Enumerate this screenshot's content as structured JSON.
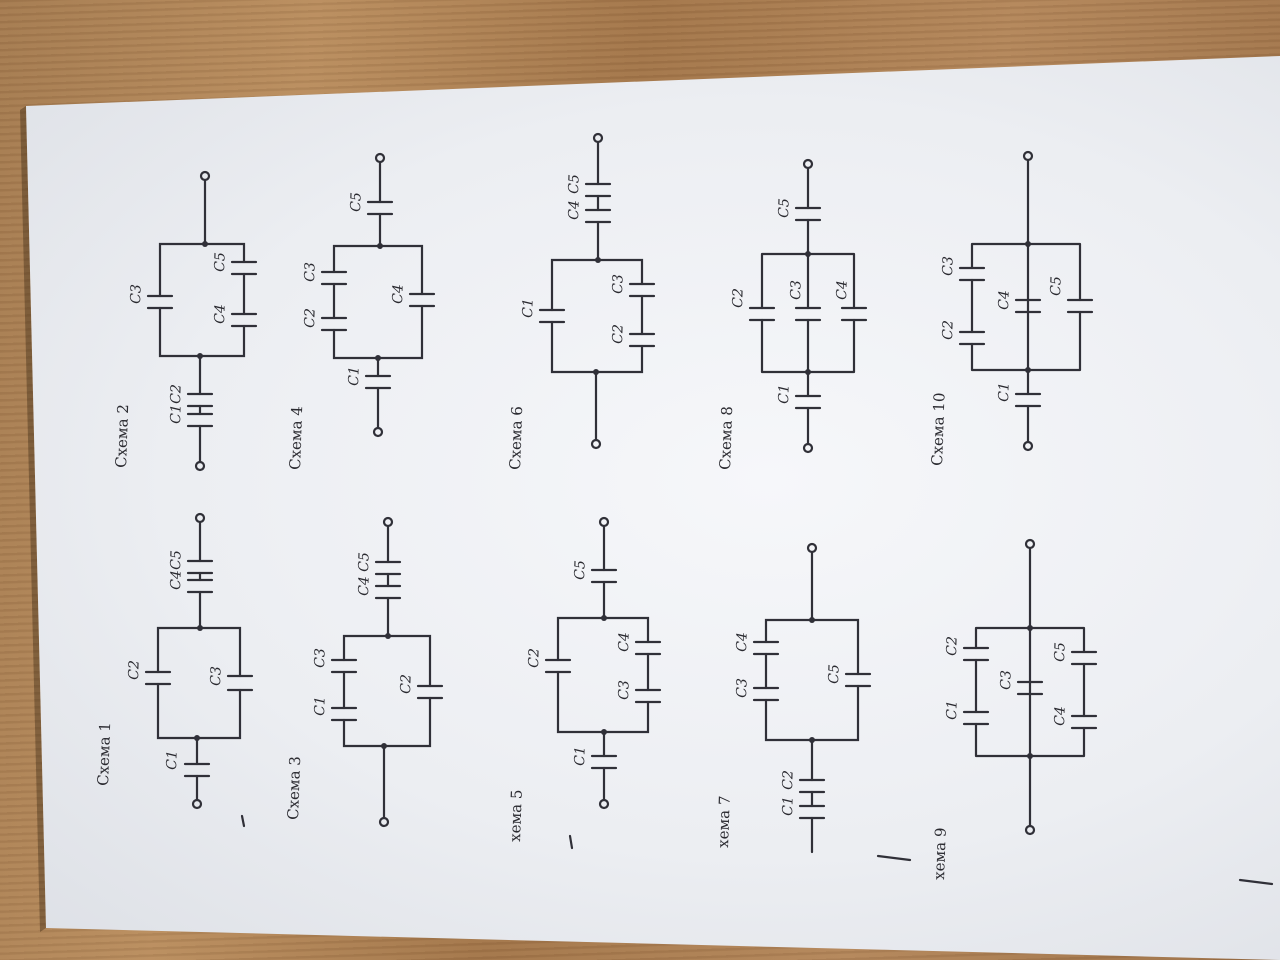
{
  "schemes": [
    {
      "title": "Схема 1",
      "labels": [
        "C1",
        "C2",
        "C3",
        "C4",
        "C5"
      ]
    },
    {
      "title": "Схема 2",
      "labels": [
        "C1",
        "C2",
        "C3",
        "C4",
        "C5"
      ]
    },
    {
      "title": "Схема 3",
      "labels": [
        "C1",
        "C2",
        "C3",
        "C4",
        "C5"
      ]
    },
    {
      "title": "Схема 4",
      "labels": [
        "C1",
        "C2",
        "C3",
        "C4",
        "C5"
      ]
    },
    {
      "title": "хема 5",
      "labels": [
        "C1",
        "C2",
        "C3",
        "C4",
        "C5"
      ]
    },
    {
      "title": "Схема 6",
      "labels": [
        "C1",
        "C2",
        "C3",
        "C4",
        "C5"
      ]
    },
    {
      "title": "хема 7",
      "labels": [
        "C1",
        "C2",
        "C3",
        "C4",
        "C5"
      ]
    },
    {
      "title": "Схема 8",
      "labels": [
        "C1",
        "C2",
        "C3",
        "C4",
        "C5"
      ]
    },
    {
      "title": "хема 9",
      "labels": [
        "C1",
        "C2",
        "C3",
        "C4",
        "C5"
      ]
    },
    {
      "title": "Схема 10",
      "labels": [
        "C1",
        "C2",
        "C3",
        "C4",
        "C5"
      ]
    }
  ]
}
